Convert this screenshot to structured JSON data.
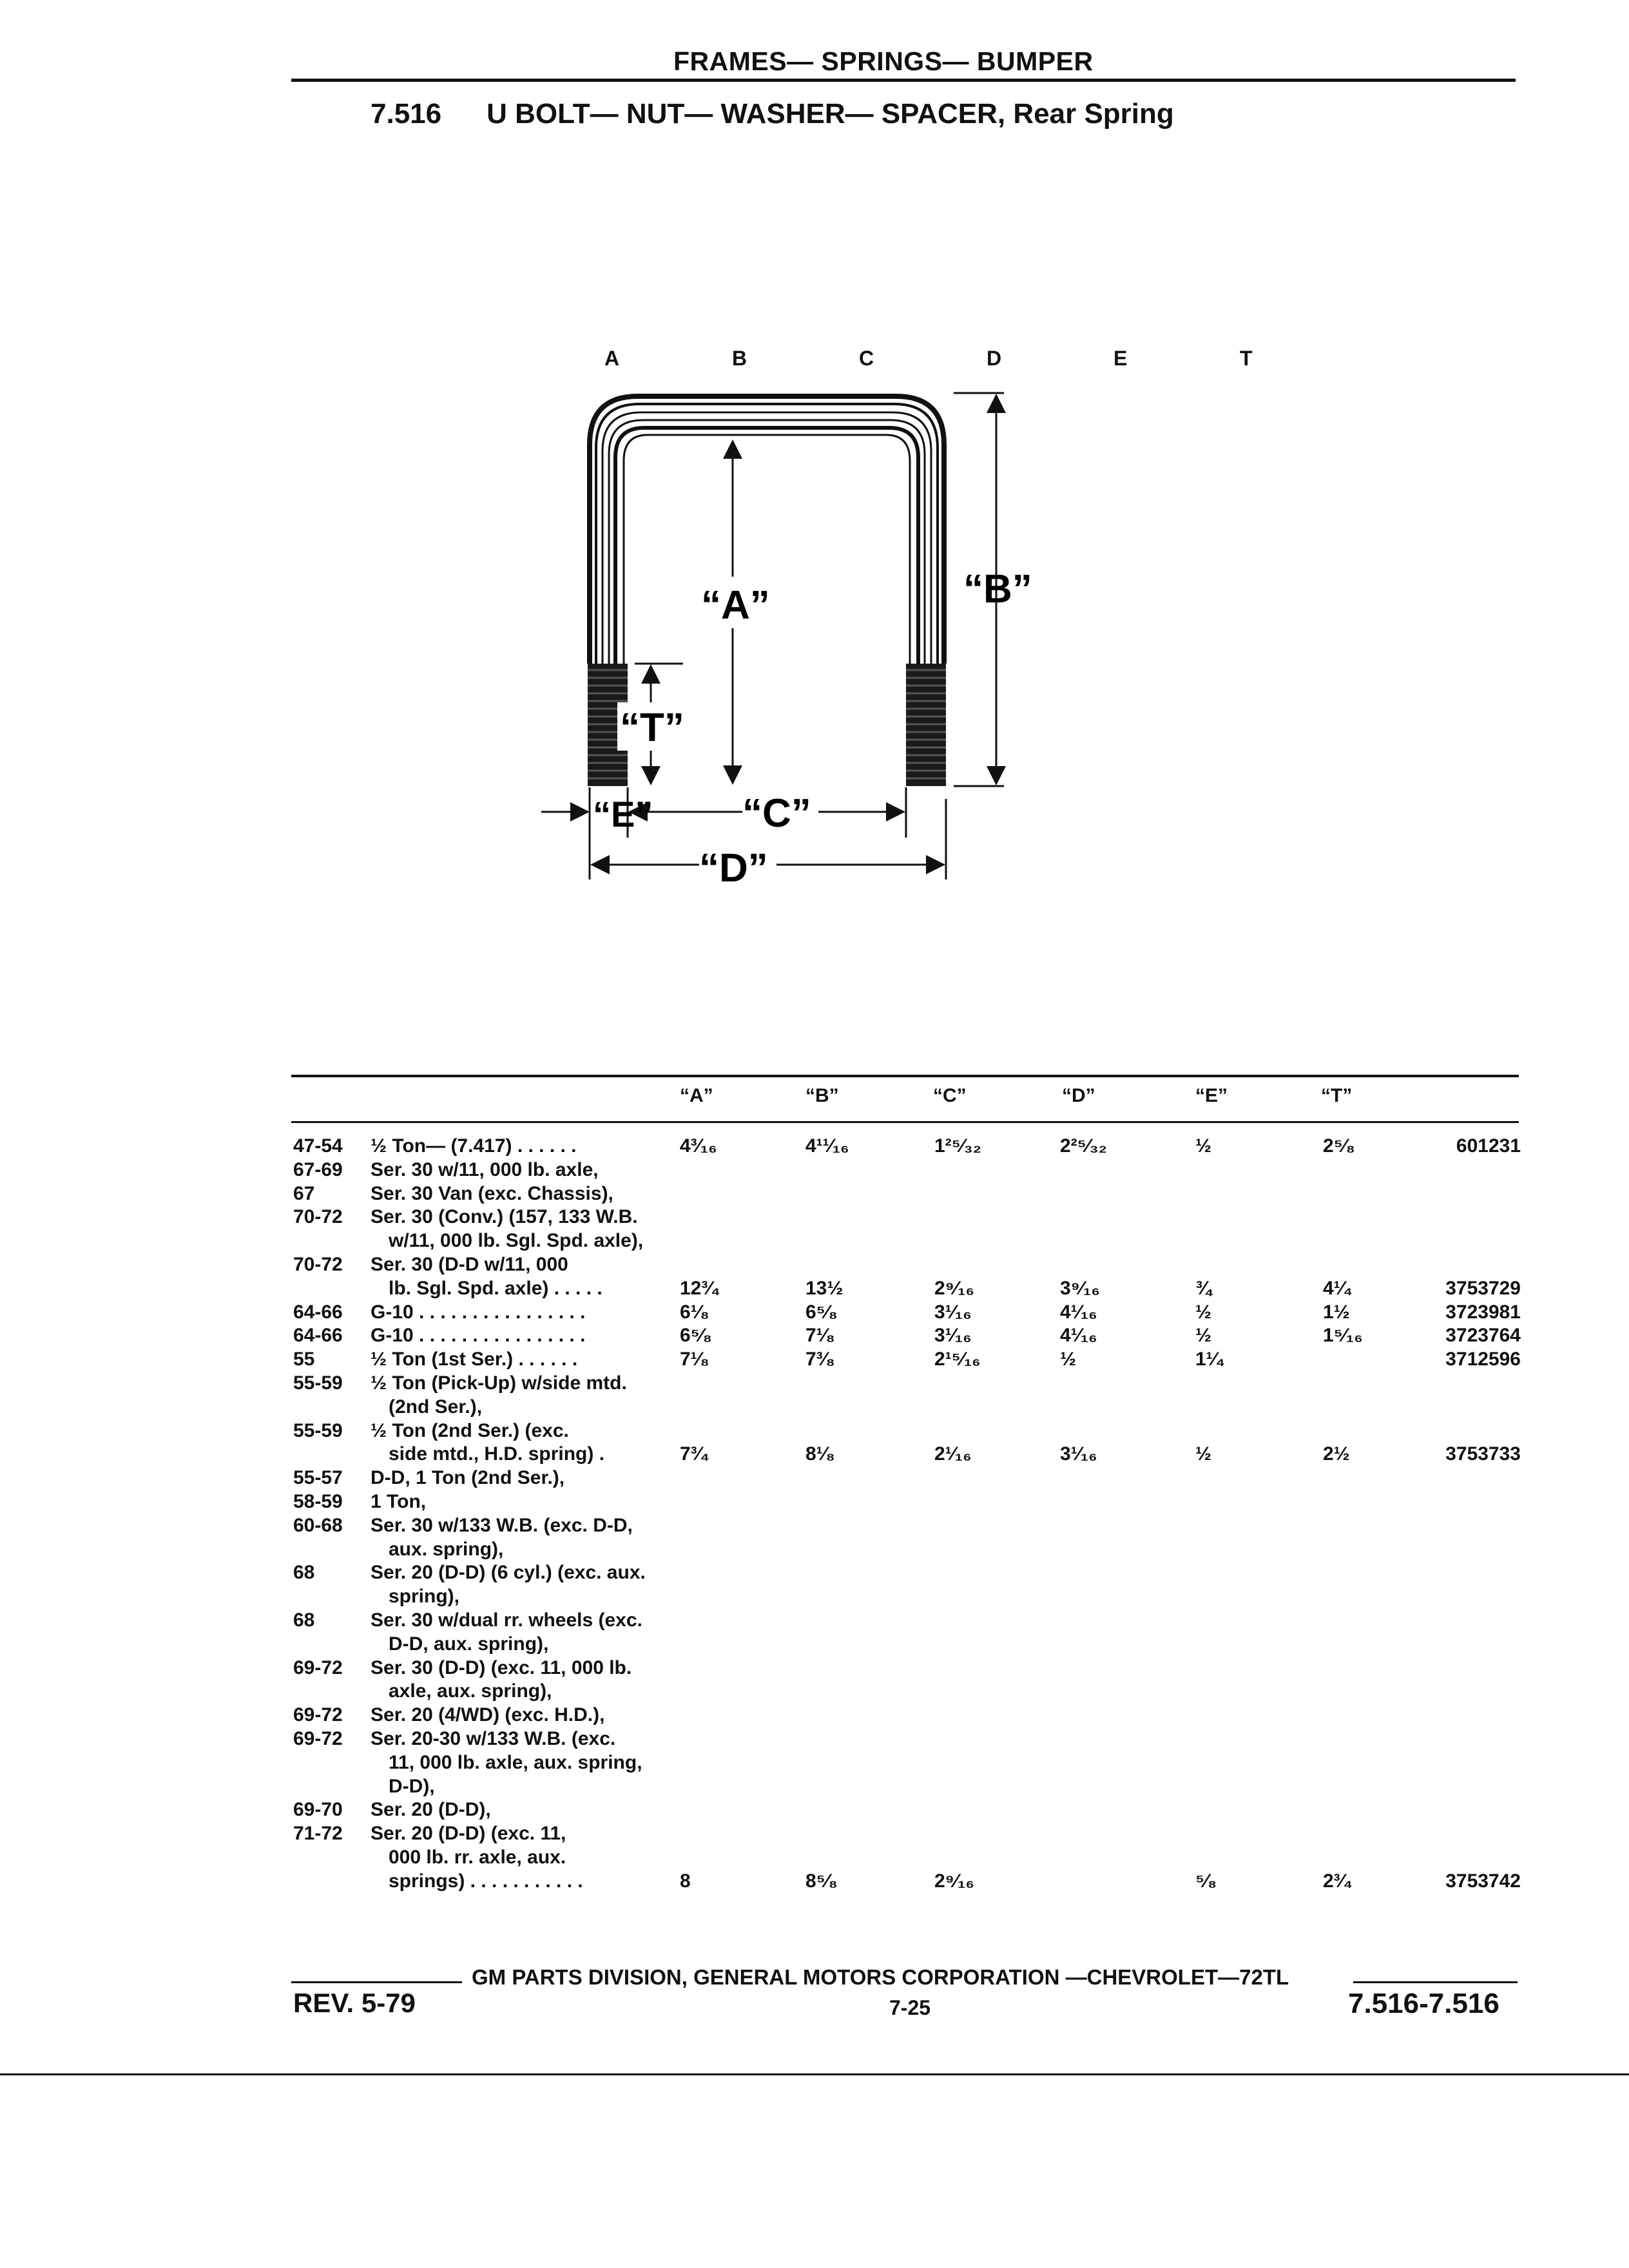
{
  "header": {
    "section": "FRAMES— SPRINGS— BUMPER",
    "number": "7.516",
    "title": "U BOLT— NUT— WASHER— SPACER, Rear Spring"
  },
  "diagram": {
    "letters": [
      "A",
      "B",
      "C",
      "D",
      "E",
      "T"
    ],
    "labels": {
      "a": "“A”",
      "b": "“B”",
      "c": "“C”",
      "d": "“D”",
      "e": "“E”",
      "t": "“T”"
    }
  },
  "table": {
    "headers": [
      "“A”",
      "“B”",
      "“C”",
      "“D”",
      "“E”",
      "“T”"
    ],
    "rows": [
      {
        "year": "47-54",
        "desc": "½ Ton— (7.417) . . . . . .",
        "a": "4³⁄₁₆",
        "b": "4¹¹⁄₁₆",
        "c": "1²⁵⁄₃₂",
        "d": "2²⁵⁄₃₂",
        "e": "½",
        "t": "2⁵⁄₈",
        "part": "601231"
      },
      {
        "year": "67-69",
        "desc": "Ser. 30 w/11, 000 lb. axle,"
      },
      {
        "year": "67",
        "desc": "Ser. 30 Van (exc. Chassis),"
      },
      {
        "year": "70-72",
        "desc": "Ser. 30 (Conv.) (157, 133 W.B."
      },
      {
        "year": "",
        "desc": "w/11, 000 lb. Sgl. Spd. axle),",
        "indent": true
      },
      {
        "year": "70-72",
        "desc": "Ser. 30 (D-D w/11, 000"
      },
      {
        "year": "",
        "desc": "lb. Sgl. Spd. axle) . . . . .",
        "indent": true,
        "a": "12³⁄₄",
        "b": "13½",
        "c": "2⁹⁄₁₆",
        "d": "3⁹⁄₁₆",
        "e": "¾",
        "t": "4¹⁄₄",
        "part": "3753729"
      },
      {
        "year": "64-66",
        "desc": "G-10 . . . . . . . . . . . . . . . .",
        "a": "6¹⁄₈",
        "b": "6⁵⁄₈",
        "c": "3¹⁄₁₆",
        "d": "4¹⁄₁₆",
        "e": "½",
        "t": "1½",
        "part": "3723981"
      },
      {
        "year": "64-66",
        "desc": "G-10 . . . . . . . . . . . . . . . .",
        "a": "6⁵⁄₈",
        "b": "7¹⁄₈",
        "c": "3¹⁄₁₆",
        "d": "4¹⁄₁₆",
        "e": "½",
        "t": "1⁵⁄₁₆",
        "part": "3723764"
      },
      {
        "year": "55",
        "desc": "½ Ton (1st Ser.) . . . . . .",
        "a": "7¹⁄₈",
        "b": "7³⁄₈",
        "c": "2¹⁵⁄₁₆",
        "d": "½",
        "e": "1¹⁄₄",
        "t": "",
        "part": "3712596"
      },
      {
        "year": "55-59",
        "desc": "½ Ton (Pick-Up) w/side mtd."
      },
      {
        "year": "",
        "desc": "(2nd Ser.),",
        "indent": true
      },
      {
        "year": "55-59",
        "desc": "½ Ton (2nd Ser.) (exc."
      },
      {
        "year": "",
        "desc": "side mtd., H.D. spring) .",
        "indent": true,
        "a": "7³⁄₄",
        "b": "8¹⁄₈",
        "c": "2¹⁄₁₆",
        "d": "3¹⁄₁₆",
        "e": "½",
        "t": "2½",
        "part": "3753733"
      },
      {
        "year": "55-57",
        "desc": "D-D, 1 Ton (2nd Ser.),"
      },
      {
        "year": "58-59",
        "desc": "1 Ton,"
      },
      {
        "year": "60-68",
        "desc": "Ser. 30 w/133 W.B. (exc. D-D,"
      },
      {
        "year": "",
        "desc": "aux. spring),",
        "indent": true
      },
      {
        "year": "68",
        "desc": "Ser. 20 (D-D) (6 cyl.) (exc. aux."
      },
      {
        "year": "",
        "desc": "spring),",
        "indent": true
      },
      {
        "year": "68",
        "desc": "Ser. 30 w/dual rr. wheels (exc."
      },
      {
        "year": "",
        "desc": "D-D, aux. spring),",
        "indent": true
      },
      {
        "year": "69-72",
        "desc": "Ser. 30 (D-D) (exc. 11, 000 lb."
      },
      {
        "year": "",
        "desc": "axle, aux. spring),",
        "indent": true
      },
      {
        "year": "69-72",
        "desc": "Ser. 20 (4/WD) (exc. H.D.),"
      },
      {
        "year": "69-72",
        "desc": "Ser. 20-30 w/133 W.B. (exc."
      },
      {
        "year": "",
        "desc": "11, 000 lb. axle, aux. spring,",
        "indent": true
      },
      {
        "year": "",
        "desc": "D-D),",
        "indent": true
      },
      {
        "year": "69-70",
        "desc": "Ser. 20 (D-D),"
      },
      {
        "year": "71-72",
        "desc": "Ser. 20 (D-D) (exc. 11,"
      },
      {
        "year": "",
        "desc": "000 lb. rr. axle, aux.",
        "indent": true
      },
      {
        "year": "",
        "desc": "springs) . . . . . . . . . . .",
        "indent": true,
        "a": "8",
        "b": "8⁵⁄₈",
        "c": "2⁹⁄₁₆",
        "d": "",
        "e": "⁵⁄₈",
        "t": "2³⁄₄",
        "part": "3753742"
      }
    ]
  },
  "footer": {
    "company": "GM PARTS DIVISION, GENERAL MOTORS CORPORATION —CHEVROLET—72TL",
    "revision": "REV. 5-79",
    "page": "7-25",
    "reference": "7.516-7.516"
  }
}
